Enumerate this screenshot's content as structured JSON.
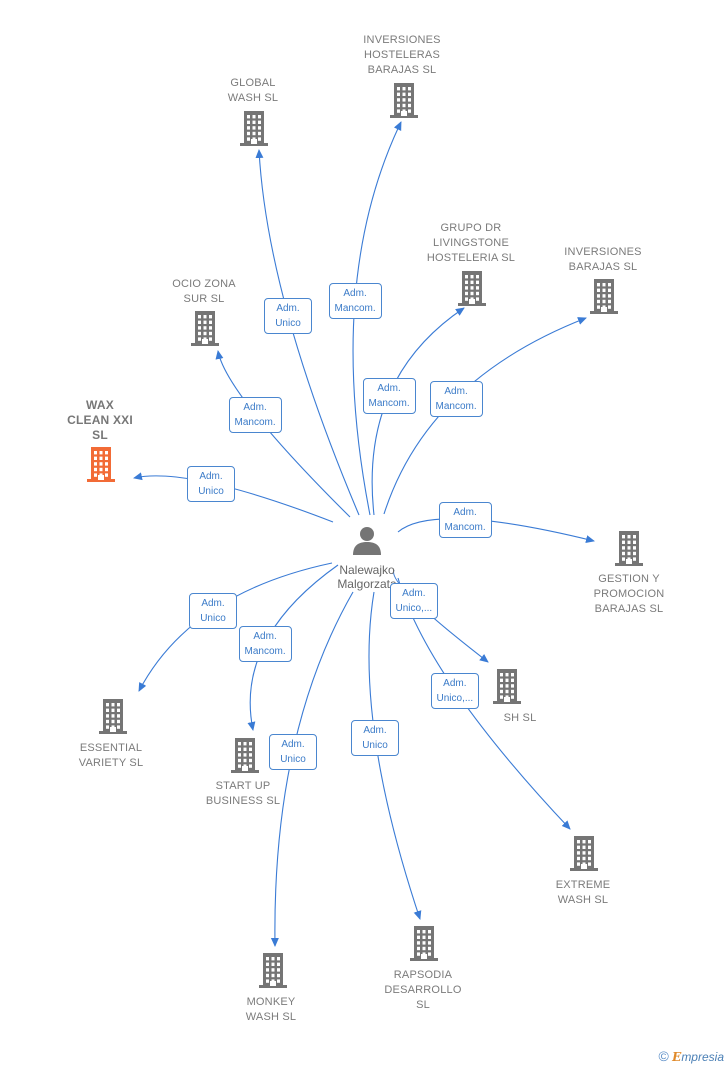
{
  "center": {
    "name": "Nalewajko\nMalgorzata",
    "icon": "person-icon"
  },
  "colors": {
    "edge": "#3a7bd5",
    "building": "#757575",
    "highlight": "#f26b36"
  },
  "nodes": [
    {
      "id": "inversiones-hosteleras-barajas",
      "label": "INVERSIONES\nHOSTELERAS\nBARAJAS  SL",
      "relation": "Adm.\nMancom."
    },
    {
      "id": "global-wash",
      "label": "GLOBAL\nWASH  SL",
      "relation": "Adm.\nUnico"
    },
    {
      "id": "grupo-dr-livingstone",
      "label": "GRUPO DR\nLIVINGSTONE\nHOSTELERIA SL",
      "relation": "Adm.\nMancom."
    },
    {
      "id": "inversiones-barajas",
      "label": "INVERSIONES\nBARAJAS SL",
      "relation": "Adm.\nMancom."
    },
    {
      "id": "ocio-zona-sur",
      "label": "OCIO ZONA\nSUR  SL",
      "relation": "Adm.\nMancom."
    },
    {
      "id": "wax-clean-xxi",
      "label": "WAX\nCLEAN XXI\nSL",
      "relation": "Adm.\nUnico",
      "highlight": true
    },
    {
      "id": "gestion-promocion-barajas",
      "label": "GESTION Y\nPROMOCION\nBARAJAS SL",
      "relation": "Adm.\nMancom."
    },
    {
      "id": "essential-variety",
      "label": "ESSENTIAL\nVARIETY  SL",
      "relation": "Adm.\nUnico"
    },
    {
      "id": "start-up-business",
      "label": "START UP\nBUSINESS  SL",
      "relation": "Adm.\nMancom."
    },
    {
      "id": "partial-wash",
      "label": "SH  SL",
      "relation": "Adm.\nUnico,..."
    },
    {
      "id": "extreme-wash",
      "label": "EXTREME\nWASH  SL",
      "relation": "Adm.\nUnico,..."
    },
    {
      "id": "monkey-wash",
      "label": "MONKEY\nWASH  SL",
      "relation": "Adm.\nUnico"
    },
    {
      "id": "rapsodia-desarrollo",
      "label": "RAPSODIA\nDESARROLLO\nSL",
      "relation": "Adm.\nUnico"
    }
  ],
  "footer": {
    "copyright": "©",
    "brand_initial": "E",
    "brand_rest": "mpresia"
  }
}
